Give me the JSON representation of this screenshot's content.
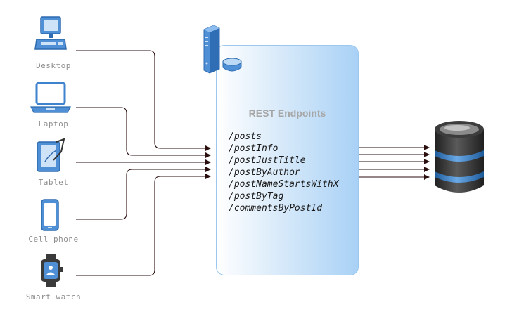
{
  "devices": [
    {
      "label": "Desktop",
      "icon": "desktop-icon"
    },
    {
      "label": "Laptop",
      "icon": "laptop-icon"
    },
    {
      "label": "Tablet",
      "icon": "tablet-icon"
    },
    {
      "label": "Cell phone",
      "icon": "cell-phone-icon"
    },
    {
      "label": "Smart watch",
      "icon": "smart-watch-icon"
    }
  ],
  "server": {
    "title": "REST Endpoints",
    "icon": "server-icon",
    "endpoints": [
      "/posts",
      "/postInfo",
      "/postJustTitle",
      "/postByAuthor",
      "/postNameStartsWithX",
      "/postByTag",
      "/commentsByPostId"
    ]
  },
  "database": {
    "icon": "database-icon"
  },
  "colors": {
    "device_blue": "#4f8fd6",
    "label_gray": "#8c8c8c",
    "arrow": "#2b0f0f",
    "box_gradient_end": "#a9d1f6",
    "db_dark": "#2f2f2f",
    "db_blue": "#3a7fc4"
  }
}
